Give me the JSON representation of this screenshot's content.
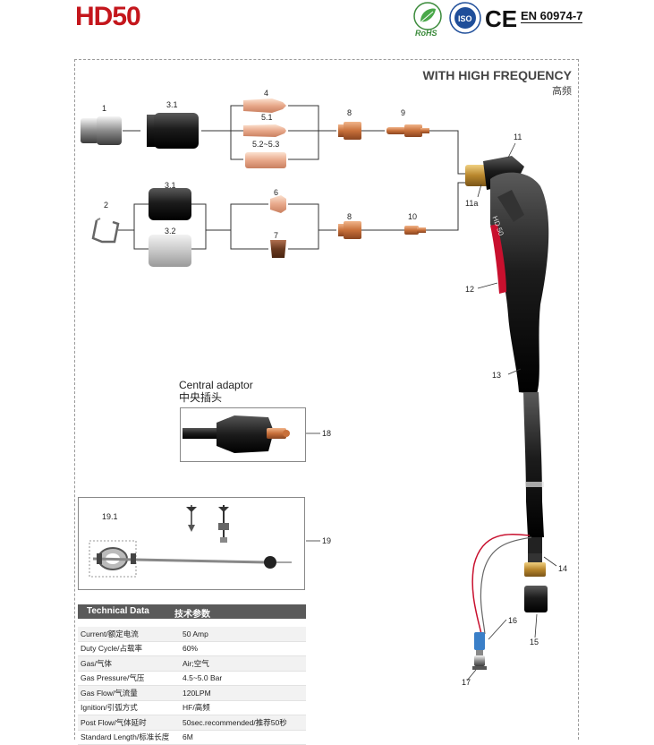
{
  "header": {
    "title": "HD50",
    "rohs_label": "RoHS",
    "iso_label": "ISO",
    "ce_label": "CE",
    "standard": "EN 60974-7"
  },
  "diagram": {
    "title": "WITH HIGH FREQUENCY",
    "subtitle": "高频",
    "part_labels": {
      "p1": "1",
      "p31a": "3.1",
      "p4": "4",
      "p51": "5.1",
      "p5253": "5.2~5.3",
      "p8a": "8",
      "p9": "9",
      "p11": "11",
      "p11a": "11a",
      "p2": "2",
      "p31b": "3.1",
      "p32": "3.2",
      "p6": "6",
      "p7": "7",
      "p8b": "8",
      "p10": "10",
      "p12": "12",
      "p13": "13",
      "p14": "14",
      "p15": "15",
      "p16": "16",
      "p17": "17",
      "p18": "18",
      "p19": "19",
      "p191": "19.1"
    },
    "handle_text": "HD 50",
    "central_adaptor": {
      "label_en": "Central adaptor",
      "label_cn": "中央插头"
    }
  },
  "technical": {
    "header_en": "Technical Data",
    "header_cn": "技术参数",
    "rows": [
      {
        "label": "Current/额定电流",
        "value": "50 Amp"
      },
      {
        "label": "Duty Cycle/占载率",
        "value": "60%"
      },
      {
        "label": "Gas/气体",
        "value": "Air;空气"
      },
      {
        "label": "Gas Pressure/气压",
        "value": "4.5~5.0 Bar"
      },
      {
        "label": "Gas Flow/气流量",
        "value": "120LPM"
      },
      {
        "label": "Ignition/引弧方式",
        "value": "HF/高频"
      },
      {
        "label": "Post Flow/气体延时",
        "value": "50sec.recommended/推荐50秒"
      },
      {
        "label": "Standard Length/标准长度",
        "value": "6M"
      }
    ]
  },
  "colors": {
    "brand_red": "#c4161c",
    "copper": "#c8703a",
    "brass": "#b8862c",
    "handle_black": "#1c1c1c",
    "trigger_red": "#c8102e",
    "table_header": "#5a5a5a"
  }
}
